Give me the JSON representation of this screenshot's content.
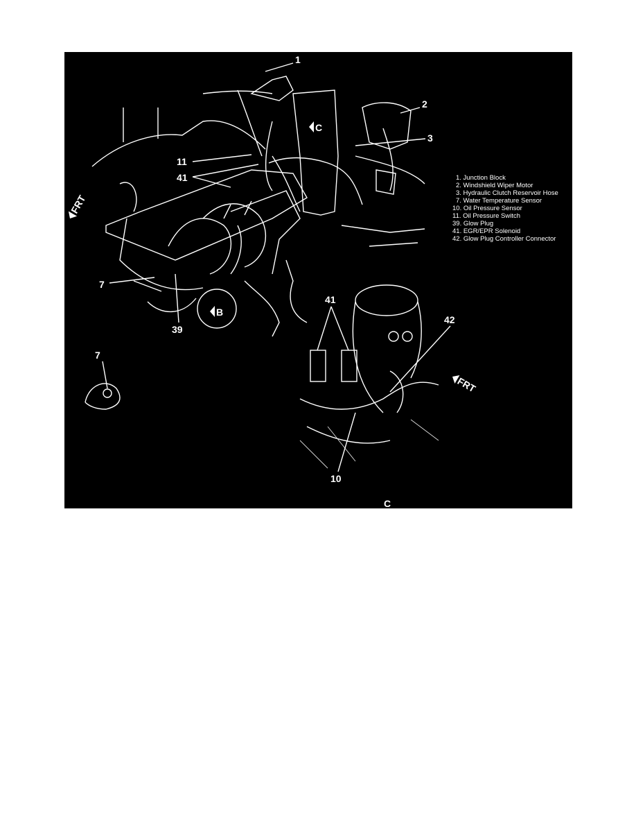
{
  "figure": {
    "callouts": {
      "c1": "1",
      "c2": "2",
      "c3": "3",
      "c11": "11",
      "c41a": "41",
      "c7a": "7",
      "c39": "39",
      "c7b": "7",
      "c41b": "41",
      "c42": "42",
      "c10": "10"
    },
    "view_markers": {
      "c_top": "C",
      "b": "B",
      "frt_left": "FRT",
      "frt_right": "FRT",
      "c_bottom": "C"
    },
    "legend": [
      "1. Junction Block",
      "2. Windshield Wiper Motor",
      "3. Hydraulic Clutch Reservoir Hose",
      "7. Water Temperature Sensor",
      "10. Oil Pressure Sensor",
      "11. Oil Pressure Switch",
      "39. Glow Plug",
      "41. EGR/EPR Solenoid",
      "42. Glow Plug Controller Connector"
    ]
  }
}
